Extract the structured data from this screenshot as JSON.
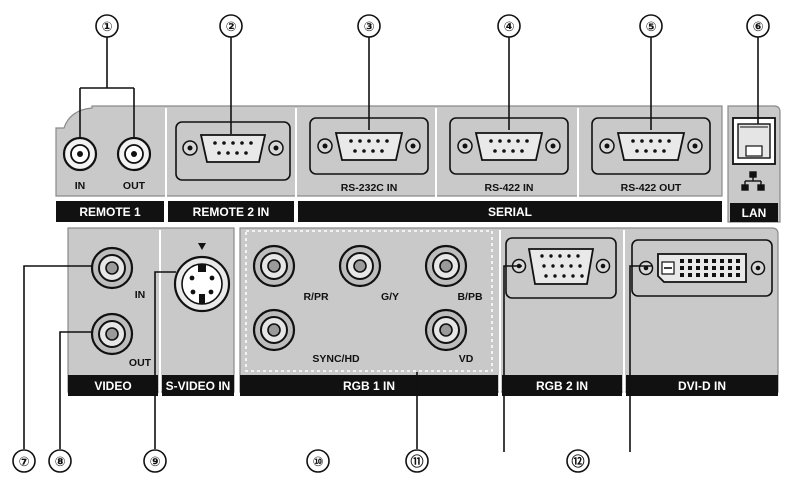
{
  "panel_sections": {
    "remote1": "REMOTE 1",
    "remote2": "REMOTE 2 IN",
    "serial": "SERIAL",
    "lan": "LAN",
    "video": "VIDEO",
    "svideo": "S-VIDEO IN",
    "rgb1": "RGB 1 IN",
    "rgb2": "RGB 2 IN",
    "dvi": "DVI-D IN"
  },
  "port_labels": {
    "remote_in": "IN",
    "remote_out": "OUT",
    "rs232c": "RS-232C IN",
    "rs422_in": "RS-422 IN",
    "rs422_out": "RS-422 OUT",
    "video_in": "IN",
    "video_out": "OUT",
    "r_pr": "R/PR",
    "g_y": "G/Y",
    "b_pb": "B/PB",
    "sync_hd": "SYNC/HD",
    "vd": "VD"
  },
  "callouts": [
    "①",
    "②",
    "③",
    "④",
    "⑤",
    "⑥",
    "⑦",
    "⑧",
    "⑨",
    "⑩",
    "⑪",
    "⑫"
  ],
  "icons": [
    "bnc-connector-icon",
    "dsub9-connector-icon",
    "rj45-connector-icon",
    "network-icon",
    "mini-din-connector-icon",
    "dsub15-connector-icon",
    "dvi-connector-icon"
  ]
}
